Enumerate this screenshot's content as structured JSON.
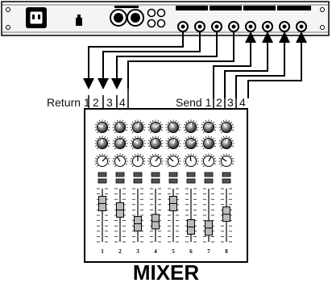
{
  "labels": {
    "return_label": "Return 1",
    "return_channels": [
      "2",
      "3",
      "4"
    ],
    "send_label": "Send 1",
    "send_channels": [
      "2",
      "3",
      "4"
    ],
    "mixer_title": "MIXER"
  },
  "mixer": {
    "channel_numbers": [
      "1",
      "2",
      "3",
      "4",
      "5",
      "6",
      "7",
      "8"
    ],
    "fader_levels": [
      0.72,
      0.6,
      0.34,
      0.38,
      0.72,
      0.28,
      0.26,
      0.52
    ]
  },
  "colors": {
    "line": "#000000",
    "panel_fill": "#ffffff",
    "rack_fill": "#f4f4f4",
    "knob_fill": "#5a5a5a"
  }
}
